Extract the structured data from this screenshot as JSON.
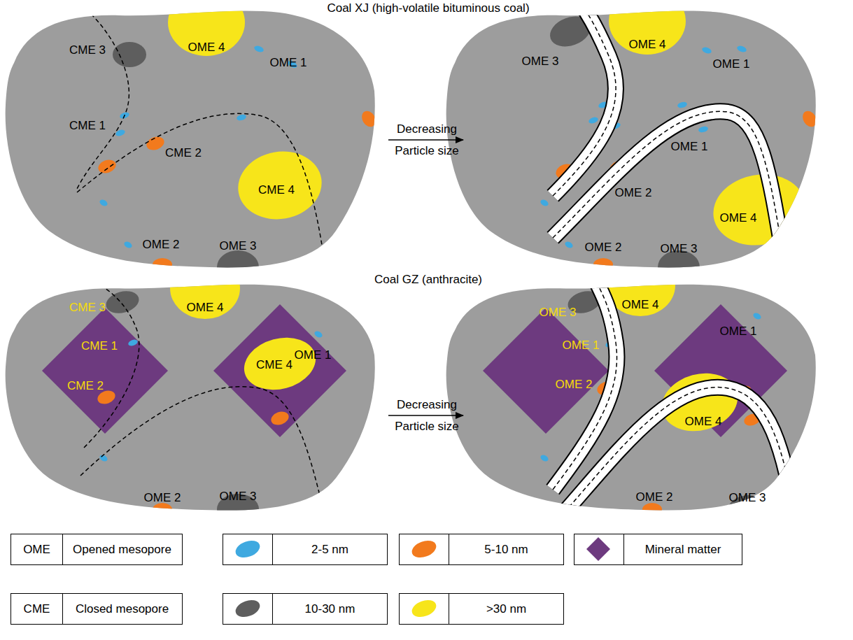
{
  "diagram": {
    "labels": [
      "Coal XJ (high-volatile bituminous coal)",
      "CME 3",
      "OME 4",
      "OME 1",
      "CME 1",
      "CME 2",
      "CME 4",
      "OME 2",
      "OME 3",
      "Decreasing",
      "Particle size",
      "OME 3",
      "OME 4",
      "OME 1",
      "OME 2",
      "OME 1",
      "OME 4",
      "OME 2",
      "OME 3",
      "Coal GZ (anthracite)",
      "CME 3",
      "OME 4",
      "OME 1",
      "CME 1",
      "CME 2",
      "CME 4",
      "OME 2",
      "OME 3",
      "Decreasing",
      "Particle size",
      "OME 3",
      "OME 4",
      "OME 1",
      "OME 1",
      "OME 2",
      "OME 4",
      "OME 2",
      "OME 3",
      "OME",
      "Opened mesopore",
      "CME",
      "Closed mesopore"
    ],
    "legend": [
      {
        "text": "2-5 nm",
        "color": "#3fa9e0"
      },
      {
        "text": "5-10 nm",
        "color": "#f27a1d"
      },
      {
        "text": "Mineral matter",
        "color": "#6d3a7f"
      },
      {
        "text": "10-30 nm",
        "color": "#5e5e5e"
      },
      {
        "text": ">30 nm",
        "color": "#f7e51a"
      }
    ]
  }
}
